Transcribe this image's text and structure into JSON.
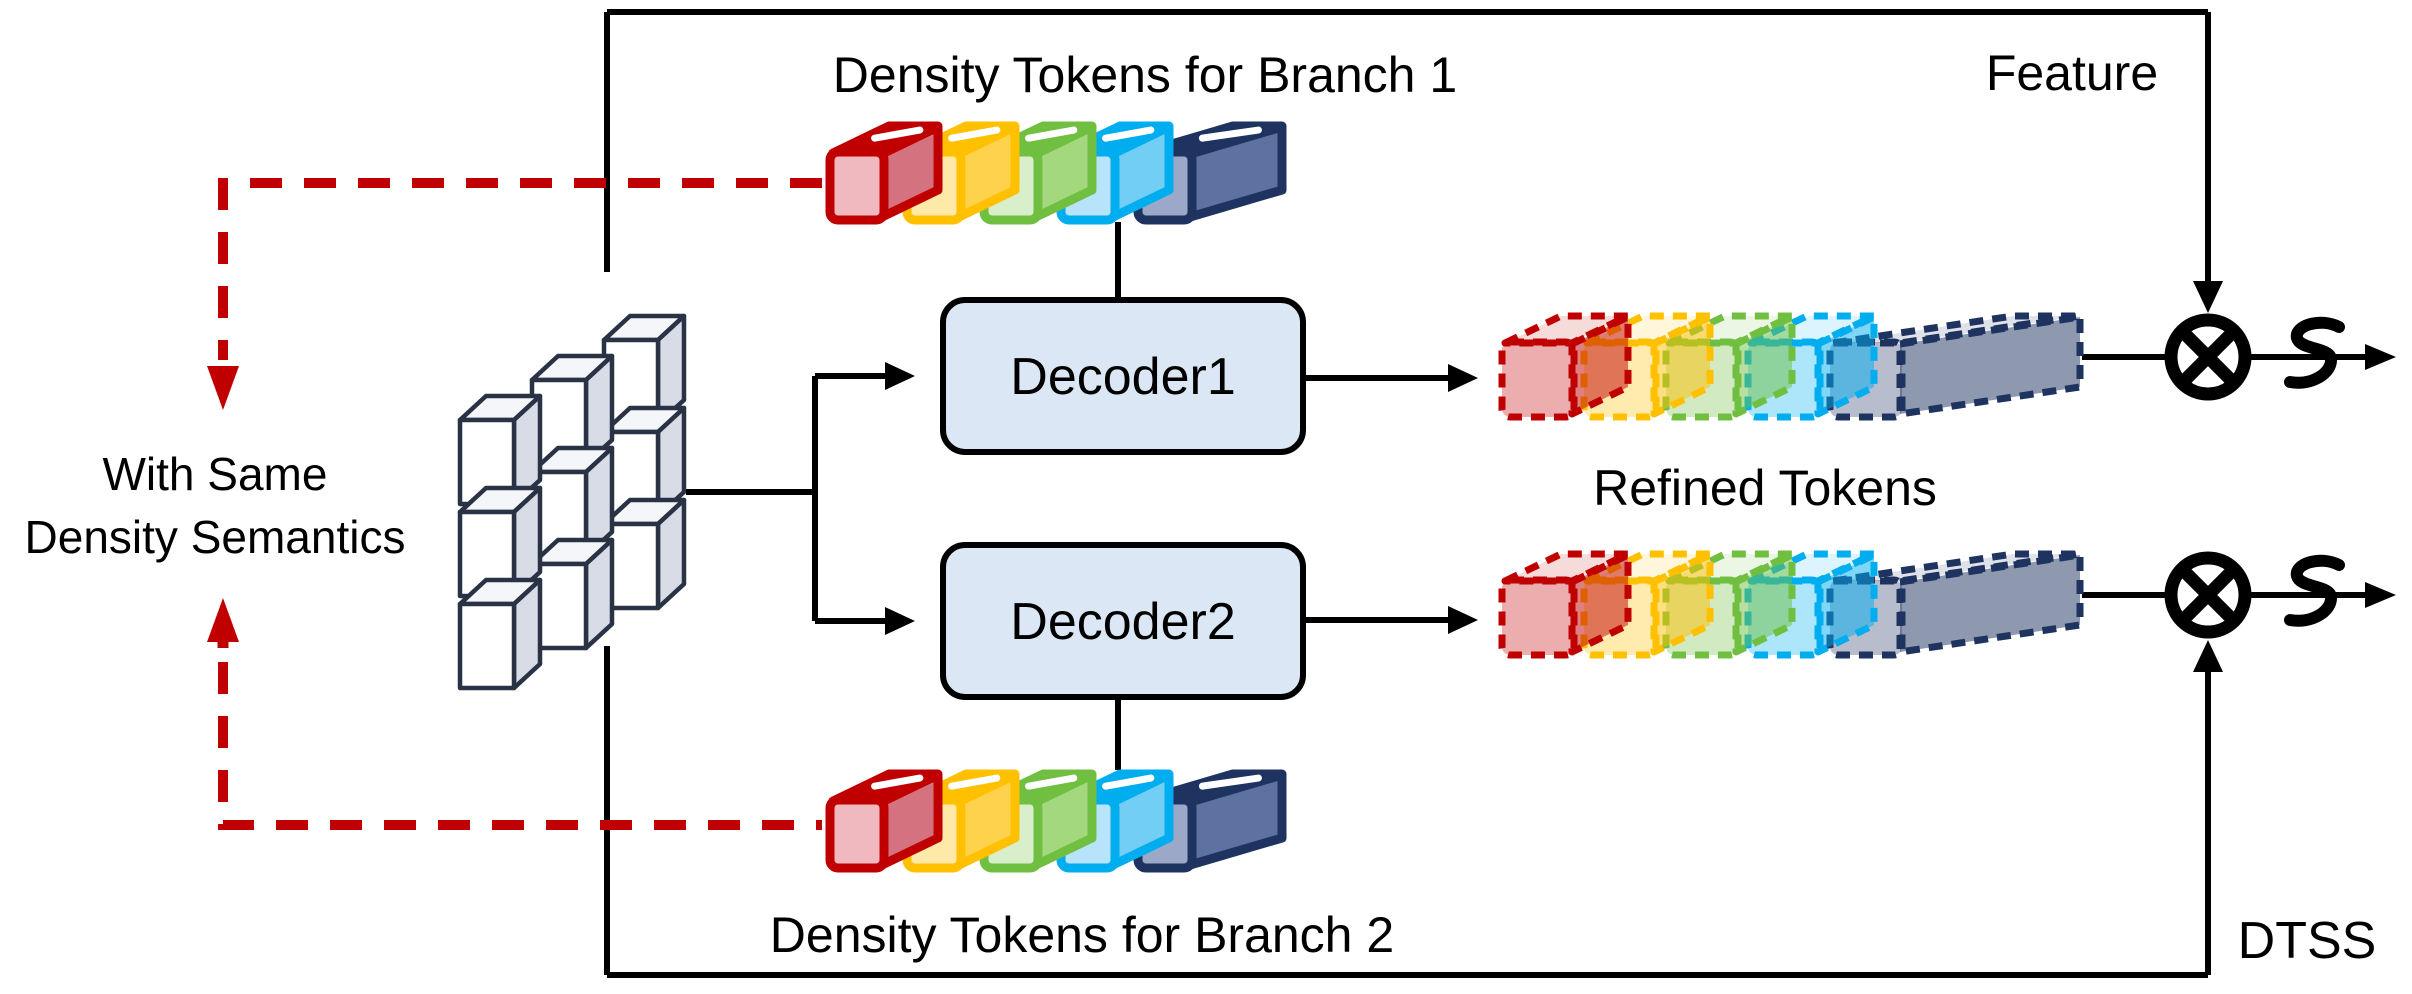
{
  "diagram": {
    "labels": {
      "branch1_tokens": "Density Tokens for Branch 1",
      "branch2_tokens": "Density Tokens for Branch 2",
      "decoder1": "Decoder1",
      "decoder2": "Decoder2",
      "refined_tokens": "Refined Tokens",
      "feature": "Feature",
      "dtss": "DTSS",
      "same_semantics_line1": "With Same",
      "same_semantics_line2": "Density Semantics"
    },
    "colors": {
      "line_black": "#000000",
      "red_dashed": "#C00000",
      "decoder_fill": "#DBE7F4",
      "decoder_border": "#000000",
      "cube_front": "#FFFFFF",
      "cube_top": "#F4F6FA",
      "cube_side": "#D8DCE7",
      "cube_stroke": "#2A3245"
    },
    "tokens": {
      "palette": [
        {
          "name": "red",
          "border": "#C00000",
          "front": "#F0B9BF",
          "side": "#D4737F"
        },
        {
          "name": "yellow",
          "border": "#FFC000",
          "front": "#FFE9A8",
          "side": "#FFD24D"
        },
        {
          "name": "green",
          "border": "#70BF41",
          "front": "#D9EECB",
          "side": "#A3D87E"
        },
        {
          "name": "cyan",
          "border": "#00AEEF",
          "front": "#B7E4FA",
          "side": "#72CEF5"
        },
        {
          "name": "navy",
          "border": "#1E335F",
          "front": "#9CA8C7",
          "side": "#5E72A2"
        }
      ]
    },
    "icons": [
      {
        "name": "multiply-icon",
        "meaning": "element-wise multiplication (circle with X)"
      },
      {
        "name": "squiggle-icon",
        "meaning": "sigmoid squiggle on output line"
      }
    ]
  }
}
